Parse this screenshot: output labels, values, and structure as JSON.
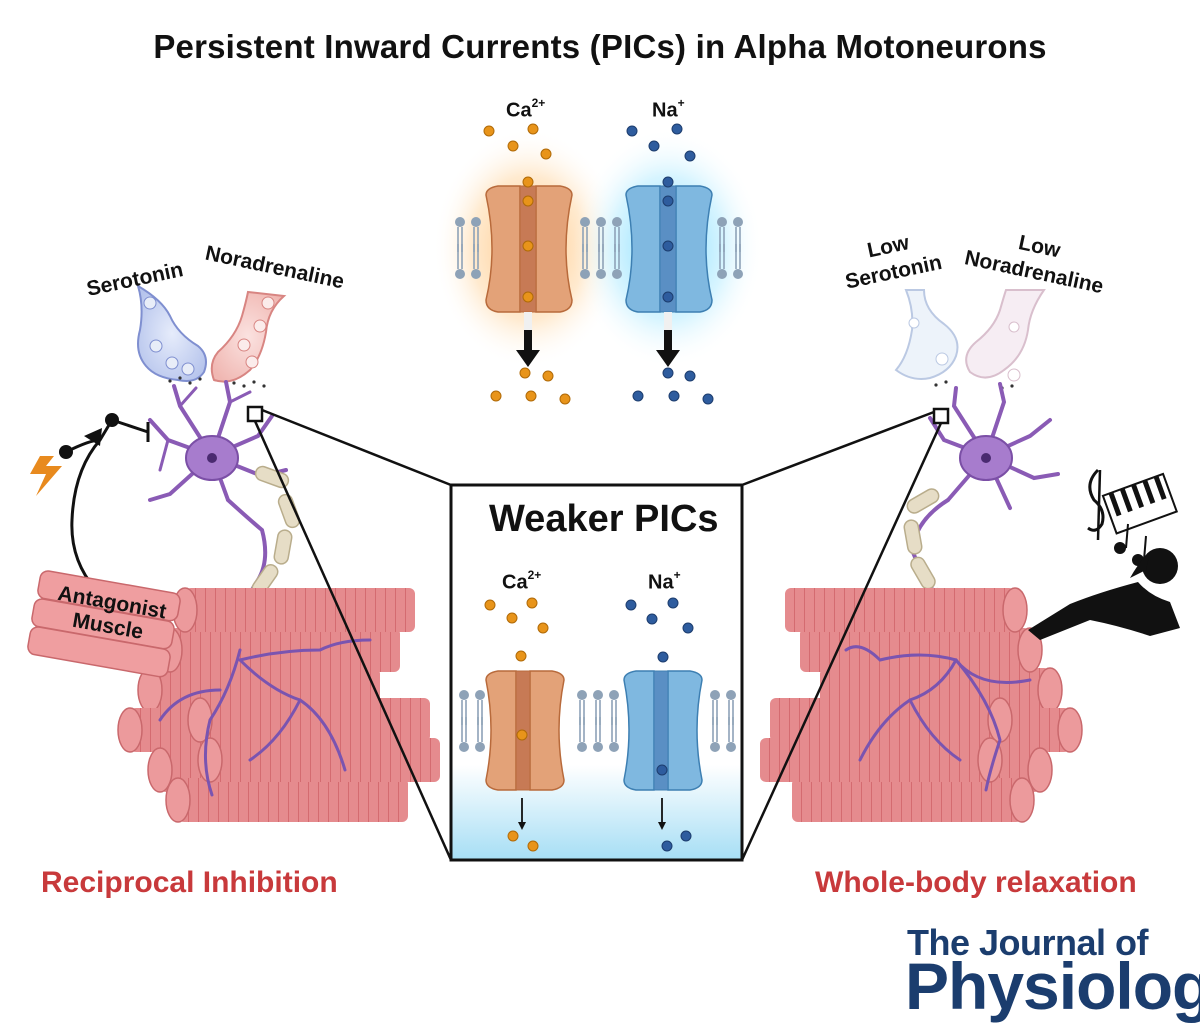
{
  "title": "Persistent Inward Currents (PICs) in Alpha Motoneurons",
  "top_channels": {
    "ca_base": "Ca",
    "ca_sup": "2+",
    "na_base": "Na",
    "na_sup": "+"
  },
  "inset": {
    "title": "Weaker PICs",
    "ca_base": "Ca",
    "ca_sup": "2+",
    "na_base": "Na",
    "na_sup": "+"
  },
  "left": {
    "serotonin": "Serotonin",
    "noradrenaline": "Noradrenaline",
    "antagonist_line1": "Antagonist",
    "antagonist_line2": "Muscle",
    "caption": "Reciprocal Inhibition"
  },
  "right": {
    "serotonin_line1": "Low",
    "serotonin_line2": "Serotonin",
    "noradrenaline_line1": "Low",
    "noradrenaline_line2": "Noradrenaline",
    "caption": "Whole-body relaxation"
  },
  "journal": {
    "line1": "The Journal of",
    "line2": "Physiology"
  },
  "colors": {
    "calcium": "#e8941a",
    "sodium": "#2e5c9e",
    "caption_red": "#c8393b",
    "journal_blue": "#1b3d6e",
    "muscle": "#e9868a",
    "neuron": "#8a5bb5",
    "ca_channel": "#e3a278",
    "na_channel": "#7fb8e0"
  },
  "icons": [
    "lightning-icon",
    "music-notes-icon",
    "reclining-person-icon"
  ]
}
